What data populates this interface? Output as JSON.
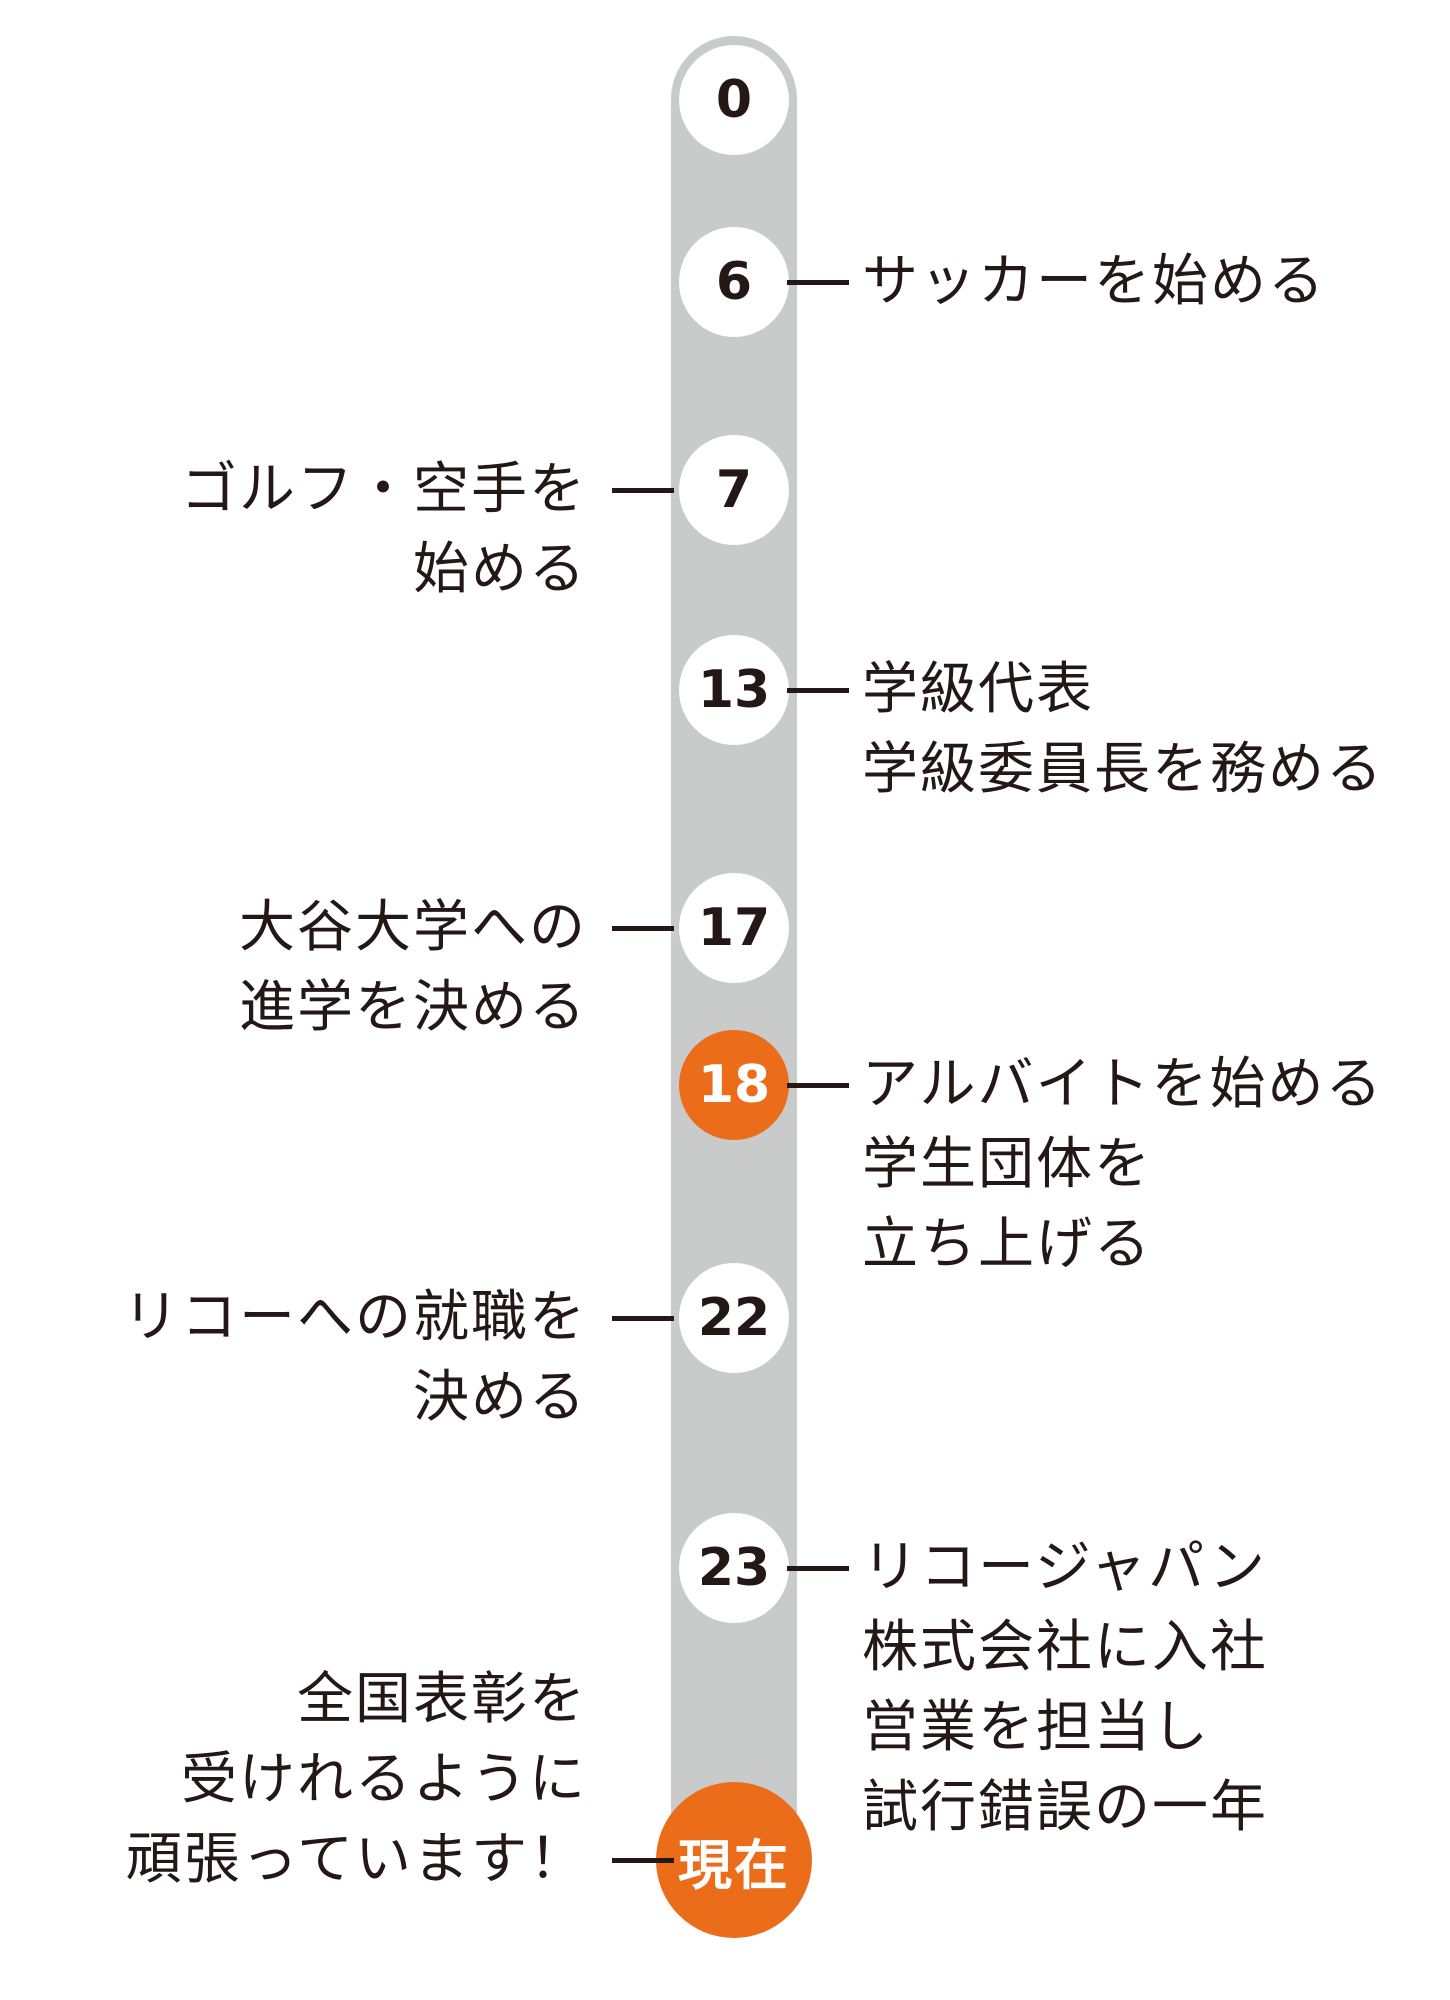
{
  "colors": {
    "track": "#c9caca",
    "accent": "#eb6d1a",
    "text": "#231815",
    "node_fill": "#ffffff"
  },
  "timeline": [
    {
      "age": "0",
      "side": "none",
      "lines": []
    },
    {
      "age": "6",
      "side": "right",
      "lines": [
        "サッカーを始める"
      ]
    },
    {
      "age": "7",
      "side": "left",
      "lines": [
        "ゴルフ・空手を",
        "始める"
      ]
    },
    {
      "age": "13",
      "side": "right",
      "lines": [
        "学級代表",
        "学級委員長を務める"
      ]
    },
    {
      "age": "17",
      "side": "left",
      "lines": [
        "大谷大学への",
        "進学を決める"
      ]
    },
    {
      "age": "18",
      "side": "right",
      "highlight": true,
      "lines": [
        "アルバイトを始める",
        "学生団体を",
        "立ち上げる"
      ]
    },
    {
      "age": "22",
      "side": "left",
      "lines": [
        "リコーへの就職を",
        "決める"
      ]
    },
    {
      "age": "23",
      "side": "right",
      "lines": [
        "リコージャパン",
        "株式会社に入社",
        "営業を担当し",
        "試行錯誤の一年"
      ]
    },
    {
      "age": "現在",
      "side": "left",
      "highlight": true,
      "current": true,
      "lines": [
        "全国表彰を",
        "受けれるように",
        "頑張っています！"
      ]
    }
  ]
}
